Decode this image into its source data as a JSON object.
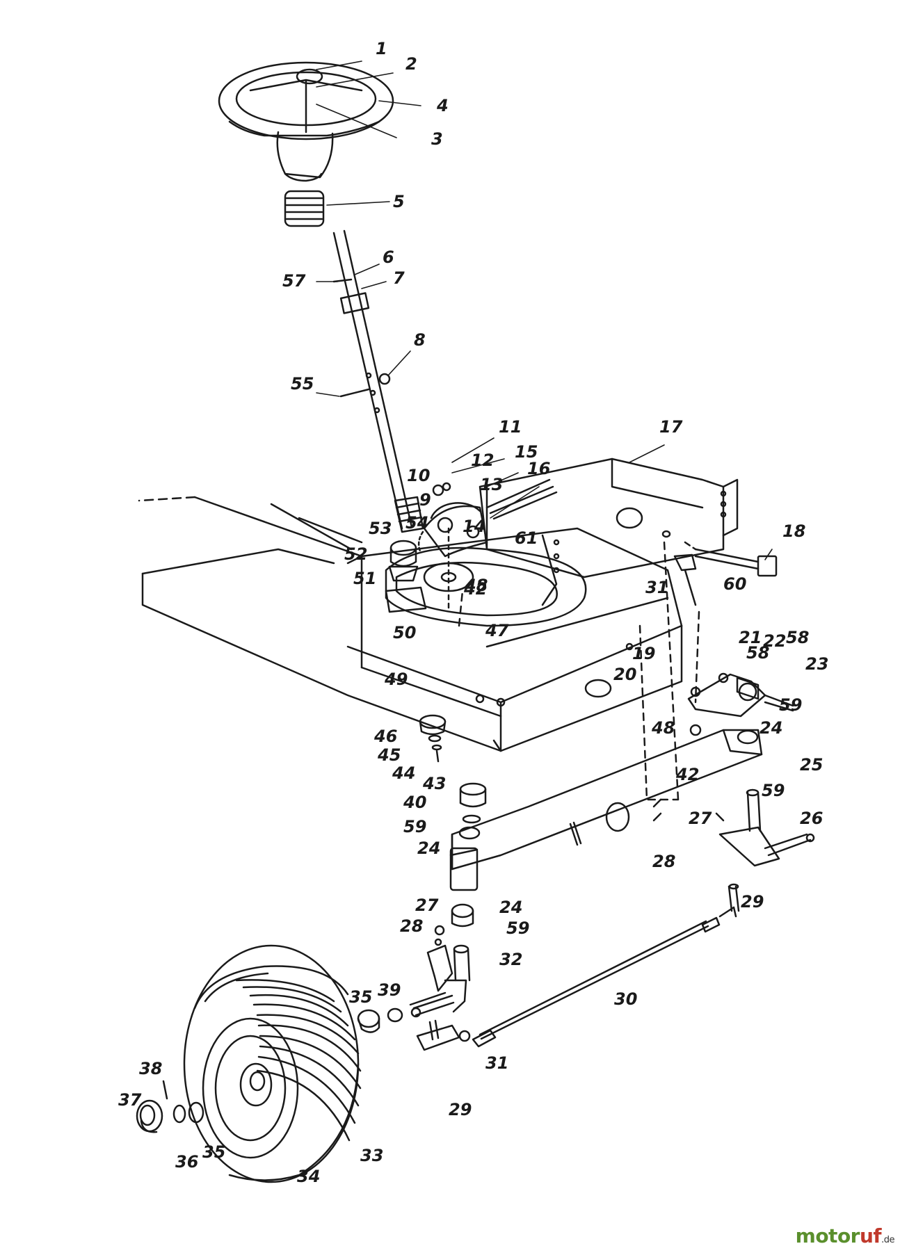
{
  "callouts": [
    "1",
    "2",
    "3",
    "4",
    "5",
    "6",
    "7",
    "57",
    "8",
    "55",
    "11",
    "12",
    "15",
    "16",
    "17",
    "10",
    "13",
    "9",
    "61",
    "54",
    "53",
    "52",
    "51",
    "14",
    "42",
    "48",
    "50",
    "47",
    "49",
    "18",
    "60",
    "31",
    "21",
    "58",
    "22",
    "58",
    "23",
    "19",
    "20",
    "59",
    "48",
    "24",
    "25",
    "42",
    "46",
    "45",
    "44",
    "43",
    "40",
    "59",
    "24",
    "27",
    "28",
    "59",
    "26",
    "29",
    "27",
    "24",
    "28",
    "59",
    "32",
    "30",
    "35",
    "39",
    "31",
    "38",
    "37",
    "36",
    "35",
    "34",
    "33",
    "29"
  ],
  "brand": {
    "part1": "motor",
    "part2": "uf",
    "domain": ".de"
  }
}
